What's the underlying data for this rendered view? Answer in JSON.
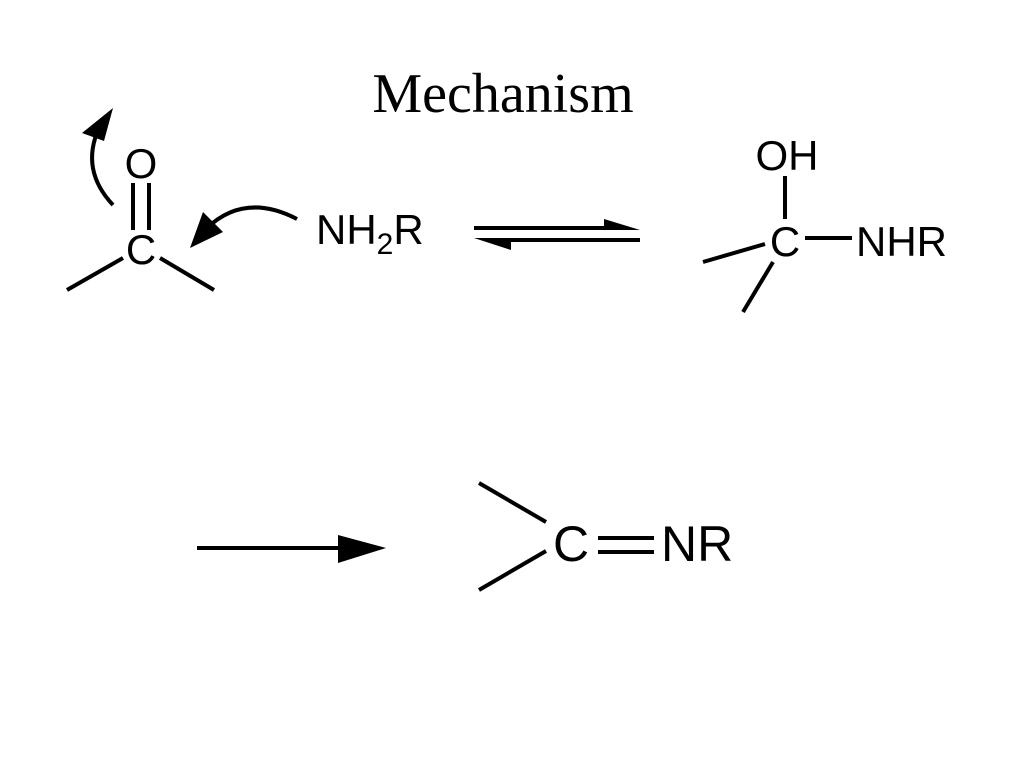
{
  "title": "Mechanism",
  "reactant": {
    "oxygen": "O",
    "carbon": "C"
  },
  "nucleophile": {
    "prefix": "NH",
    "subscript": "2",
    "suffix": "R"
  },
  "intermediate": {
    "hydroxyl": "OH",
    "carbon": "C",
    "amine": "NHR"
  },
  "product": {
    "carbon": "C",
    "imine": "NR"
  }
}
